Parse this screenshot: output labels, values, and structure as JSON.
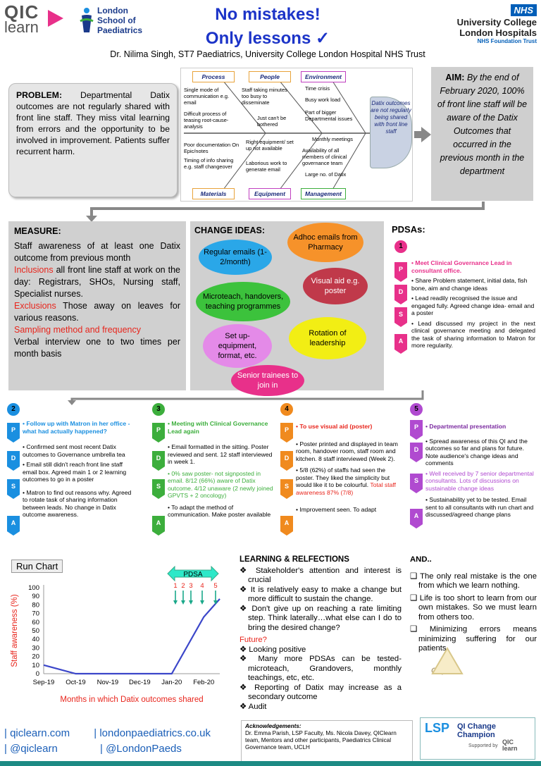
{
  "header": {
    "qic_logo_top": "QIC",
    "qic_logo_bottom": "learn",
    "lsp_logo": [
      "London",
      "School of",
      "Paediatrics"
    ],
    "title_line1": "No mistakes!",
    "title_line2": "Only lessons ✓",
    "nhs_badge": "NHS",
    "nhs_org": [
      "University College",
      "London Hospitals"
    ],
    "nhs_trust": "NHS Foundation Trust",
    "author": "Dr. Nilima Singh, ST7 Paediatrics, University College London Hospital NHS Trust"
  },
  "problem": {
    "label": "PROBLEM:",
    "text": "Departmental Datix outcomes are not regularly shared with front line staff. They miss vital learning from errors and the opportunity to be involved in improvement. Patients suffer recurrent harm."
  },
  "fishbone": {
    "categories": {
      "process": "Process",
      "people": "People",
      "environment": "Environment",
      "materials": "Materials",
      "equipment": "Equipment",
      "management": "Management"
    },
    "causes": {
      "p1": "Single mode of communication e.g. email",
      "p2": "Difficult process of teasing root-cause-analysis",
      "pe1": "Staff taking minutes too busy to disseminate",
      "pe2": "Just can't be bothered",
      "e1": "Time crisis",
      "e2": "Busy work load",
      "e3": "Part of bigger Departmental issues",
      "m1": "Poor documentation On Epic/notes",
      "m2": "Timing of info sharing e.g. staff changeover",
      "eq1": "Right equipment/ set up not available",
      "eq2": "Laborious work to generate email",
      "mg1": "Monthly meetings",
      "mg2": "Availability of all members of clinical governance team",
      "mg3": "Large no. of Datix"
    },
    "head": "Datix outcomes are not regularly being shared with front line staff"
  },
  "aim": {
    "label": "AIM:",
    "text": "By the end of February 2020, 100% of front line staff will be aware of the Datix Outcomes that occurred in the previous month in the department"
  },
  "measure": {
    "label": "MEASURE:",
    "text": "Staff awareness of at least one Datix outcome from previous month",
    "inclusions_label": "Inclusions",
    "inclusions": " all front line staff at work on the day: Registrars, SHOs, Nursing staff, Specialist nurses.",
    "exclusions_label": "Exclusions",
    "exclusions": " Those away on leaves for various reasons.",
    "sampling_label": "Sampling method and frequency",
    "sampling": "Verbal interview one to two times per month basis"
  },
  "change_ideas": {
    "label": "CHANGE IDEAS:",
    "items": {
      "adhoc": "Adhoc emails from Pharmacy",
      "regular": "Regular emails (1-2/month)",
      "visual": "Visual aid e.g. poster",
      "microteach": "Microteach, handovers, teaching programmes",
      "setup": "Set up- equipment, format, etc.",
      "rotation": "Rotation of leadership",
      "senior": "Senior trainees to join in"
    }
  },
  "pdsas": {
    "label": "PDSAs:",
    "tags": [
      "P",
      "D",
      "S",
      "A"
    ],
    "one": {
      "num": "1",
      "p": "Meet Clinical Governance Lead in consultant office.",
      "d": "Share Problem statement, initial data, fish bone, aim and change ideas",
      "s": "Lead readily recognised the issue and engaged fully. Agreed change idea- email and a poster",
      "a": "Lead discussed my project in the next clinical governance meeting and delegated the task of sharing information to Matron for more regularity."
    },
    "two": {
      "num": "2",
      "p": "Follow up with Matron in her office - what had actually happened?",
      "d": "Confirmed sent most recent Datix outcomes to Governance umbrella tea",
      "s": "Email still didn't reach front line staff email box. Agreed main 1 or 2 learning outcomes to go in a poster",
      "a": "Matron to find out reasons why. Agreed to rotate task of sharing information between leads. No change in Datix outcome awareness."
    },
    "three": {
      "num": "3",
      "p": "Meeting with Clinical Governance Lead again",
      "d": "Email formatted in the sitting. Poster reviewed and sent. 12 staff interviewed in week 1.",
      "s": "0% saw poster- not signposted in email. 8/12 (66%) aware of Datix outcome. 4/12 unaware (2 newly joined GPVTS + 2 oncology)",
      "a": "To adapt the method of communication. Make poster available"
    },
    "four": {
      "num": "4",
      "p": "To use visual aid (poster)",
      "d": "Poster printed and displayed in team room, handover room, staff room and kitchen. 8 staff interviewed (Week 2).",
      "s": "5/8 (62%) of staffs had seen the poster. They liked the simplicity but would like it to be colourful.",
      "s_total": "Total staff awareness 87% (7/8)",
      "a": "Improvement seen. To adapt"
    },
    "five": {
      "num": "5",
      "p": "Departmental presentation",
      "d": "Spread awareness of this QI and the outcomes so far and plans for future. Note audience's change ideas and comments",
      "s": "Well received by 7 senior departmental consultants. Lots of discussions on sustainable change ideas",
      "a": "Sustainability yet to be tested. Email sent to all consultants with run chart and discussed/agreed change plans"
    }
  },
  "chart_data": {
    "type": "line",
    "title": "Run Chart",
    "xlabel": "Months in which Datix outcomes shared",
    "ylabel": "Staff awareness (%)",
    "categories": [
      "Sep-19",
      "Oct-19",
      "Nov-19",
      "Dec-19",
      "Jan-20",
      "Feb-20"
    ],
    "x": [
      0,
      1,
      2,
      3,
      4,
      4.5,
      5,
      5.5
    ],
    "y": [
      10,
      0,
      0,
      0,
      0,
      33,
      66,
      87
    ],
    "ylim": [
      0,
      100
    ],
    "yticks": [
      0,
      10,
      20,
      30,
      40,
      50,
      60,
      70,
      80,
      90,
      100
    ],
    "pdsa_label": "PDSA",
    "pdsa_marks": [
      "1",
      "2",
      "3",
      "4",
      "5"
    ],
    "line_color": "#3b46c9"
  },
  "learning": {
    "label": "LEARNING & RELFECTIONS",
    "items": [
      "Stakeholder's attention and interest is crucial",
      "It is relatively easy to make a change but more difficult to sustain the change.",
      "Don't give up on reaching a rate limiting step. Think laterally…what else can I do to bring the desired change?"
    ],
    "future_label": "Future?",
    "future": [
      "Looking positive",
      "Many more PDSAs can be tested- microteach, Grandovers, monthly teachings, etc, etc.",
      "Reporting of Datix may increase as a secondary outcome",
      "Audit"
    ]
  },
  "and": {
    "label": "AND..",
    "items": [
      "The only real mistake is the one from which we learn nothing.",
      "Life is too short to learn from our own mistakes. So we must learn from others too.",
      "Minimizing errors means minimizing suffering for our patients."
    ],
    "oops": "Oops"
  },
  "footer": {
    "links": [
      "| qiclearn.com",
      "| londonpaediatrics.co.uk",
      "| @qiclearn",
      "| @LondonPaeds"
    ],
    "ack_label": "Acknowledgements:",
    "ack_text": "Dr. Emma Parish, LSP Faculty, Ms. Nicola Davey, QIClearn team, Mentors and other participants, Paediatrics Clinical Governance team, UCLH",
    "champion": "QI Change Champion",
    "supported_by": "Supported by",
    "lsp": "LSP",
    "qic": "QIC",
    "learn": "learn"
  },
  "colors": {
    "pdsa1": "#e8308a",
    "pdsa2": "#1a8fe0",
    "pdsa3": "#3cae3c",
    "pdsa4": "#f08a1e",
    "pdsa5": "#b04ad0"
  }
}
